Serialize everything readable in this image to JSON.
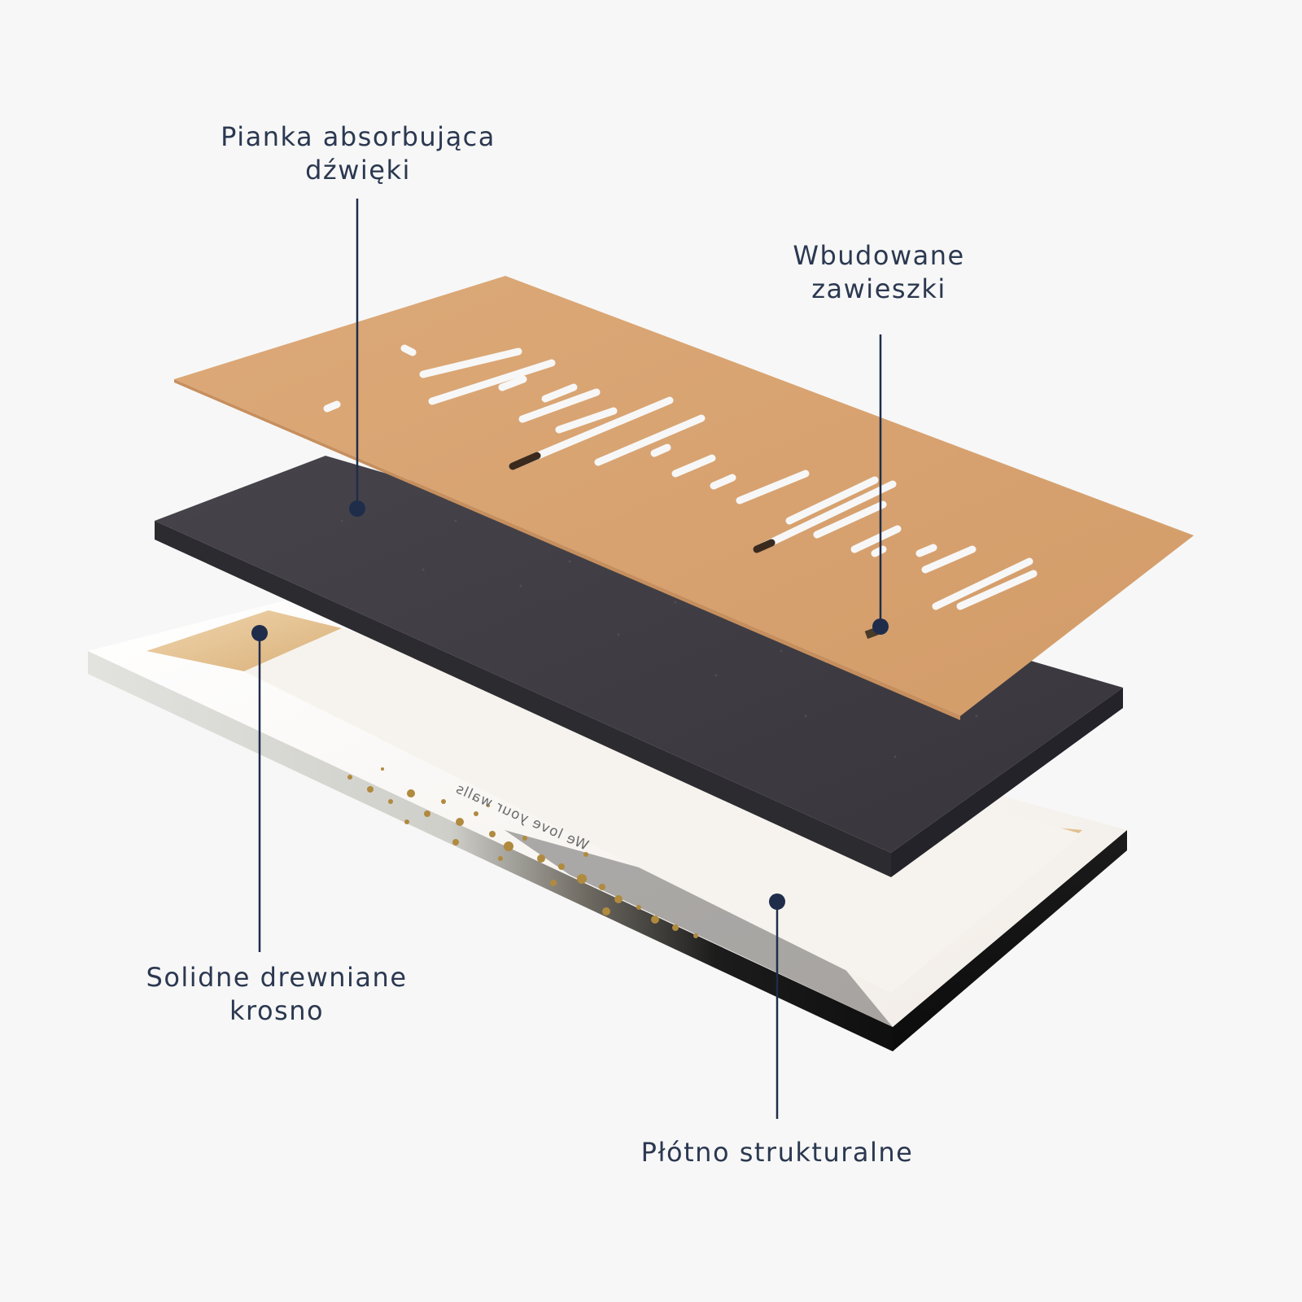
{
  "colors": {
    "background": "#f7f7f7",
    "label_text": "#2b3850",
    "leader": "#1f2d4b",
    "backboard": "#d9a574",
    "backboard_edge": "#c78f5e",
    "foam_top": "#3f3d43",
    "foam_side": "#2c2b30",
    "canvas_face": "#f5f1ec",
    "canvas_edge_dark": "#141414",
    "canvas_edge_light": "#dcdcd8",
    "wood": "#e6c79b",
    "gold": "#b08a3e"
  },
  "labels": {
    "foam": {
      "line1": "Pianka absorbująca",
      "line2": "dźwięki"
    },
    "hangers": {
      "line1": "Wbudowane",
      "line2": "zawieszki"
    },
    "frame": {
      "line1": "Solidne drewniane",
      "line2": "krosno"
    },
    "canvas": {
      "line1": "Płótno strukturalne"
    }
  },
  "canvas_print_text": "We love your walls"
}
